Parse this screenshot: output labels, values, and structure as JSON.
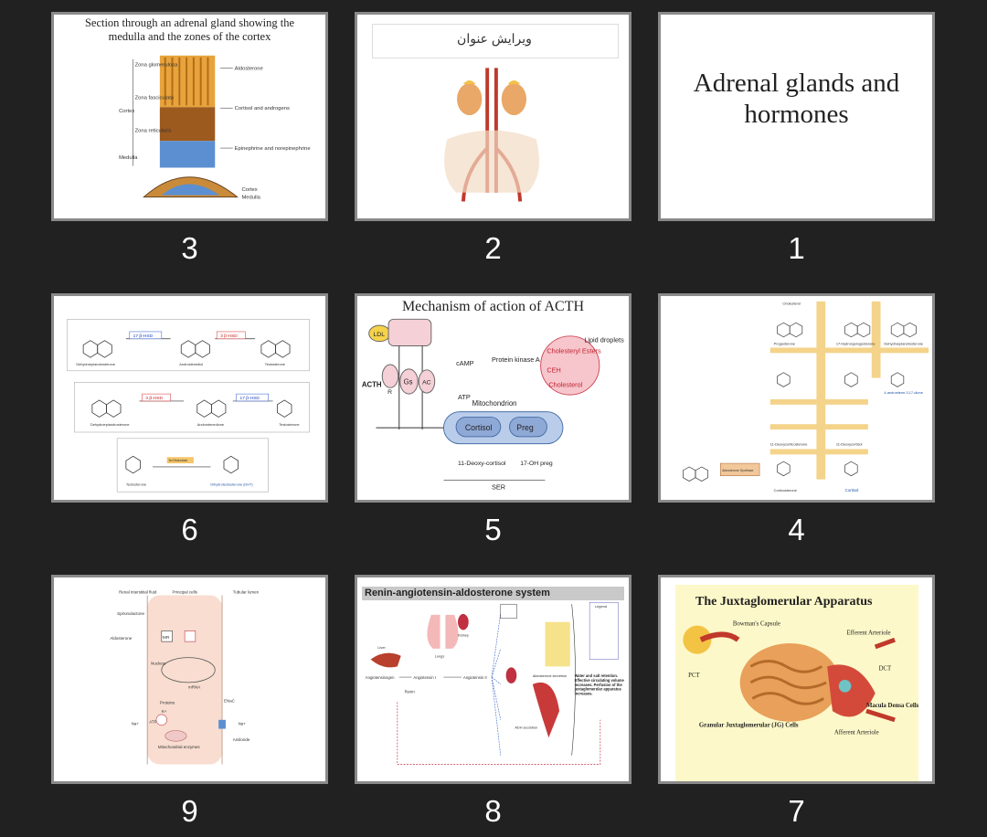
{
  "slides": [
    {
      "number": "3",
      "title": "Section through an adrenal gland showing the medulla and the zones of the cortex",
      "labels": {
        "zg": "Zona glomerulosa",
        "zf": "Zona fasciculata",
        "zr": "Zona reticularis",
        "cortex": "Cortex",
        "medulla": "Medulla",
        "ald": "Aldosterone",
        "cort": "Cortisol and androgens",
        "epi": "Epinephrine and norepinephrine",
        "cortex2": "Cortex",
        "medulla2": "Medulla"
      }
    },
    {
      "number": "2",
      "title": "ویرایش عنوان"
    },
    {
      "number": "1",
      "title": "Adrenal glands and hormones"
    },
    {
      "number": "6",
      "labels": {
        "hsd1": "17 β-HSD",
        "hsd2": "3 β-HSD",
        "dhea": "Dehydroepiandrosterone",
        "adiol": "Androstenediol",
        "testo": "Testosterone",
        "adione": "Androstenedione",
        "testo2": "Testosterone",
        "dht": "Dihydrotestosterone (DHT)",
        "red": "5α-Reductase"
      }
    },
    {
      "number": "5",
      "title": "Mechanism of action of ACTH",
      "labels": {
        "ldl": "LDL",
        "lipid": "Lipid droplets",
        "chol_est": "Cholesteryl Esters",
        "ceh": "CEH",
        "chol": "Cholesterol",
        "camp": "cAMP",
        "pka": "Protein kinase A",
        "acth": "ACTH",
        "gs": "Gs",
        "ac": "AC",
        "r": "R",
        "atp": "ATP",
        "mito": "Mitochondrion",
        "cortisol": "Cortisol",
        "preg": "Preg",
        "deoxy": "11-Deoxy-cortisol",
        "ohpreg": "17-OH preg",
        "ser": "SER"
      }
    },
    {
      "number": "4",
      "labels": {
        "chol": "Cholesterol",
        "prog": "Progesterone",
        "ohprog": "17-Hydroxyprogesterone",
        "dhea": "Dehydroepiandrosterone",
        "deoxycort": "11-Deoxycorticosterone",
        "deoxycortisol": "11-Deoxycortisol",
        "cortico": "Corticosterone",
        "cortisol": "Cortisol",
        "aldo": "Aldosterone Synthase",
        "andro": "4-androstene-3,17-dione"
      }
    },
    {
      "number": "9",
      "labels": {
        "renal": "Renal interstitial fluid",
        "principal": "Principal cells",
        "tubular": "Tubular lumen",
        "spiro": "Spironolactone",
        "aldo": "Aldosterone",
        "mr": "MR",
        "nucleus": "Nucleus",
        "mrna": "mRNA",
        "proteins": "Proteins",
        "enac": "ENaC",
        "k": "K+",
        "na": "Na+",
        "atp": "ATP",
        "mito": "Mitochondrial enzymes",
        "amiloride": "Amiloride"
      }
    },
    {
      "number": "8",
      "title": "Renin-angiotensin-aldosterone system",
      "labels": {
        "liver": "Liver",
        "lungs": "Lungs",
        "kidney": "Kidney",
        "angiotensinogen": "Angiotensinogen",
        "ang1": "Angiotensin I",
        "ang2": "Angiotensin II",
        "renin": "Renin",
        "adh": "ADH secretion",
        "aldo": "Aldosterone secretion",
        "summary": "Water and salt retention. Effective circulating volume increases. Perfusion of the juxtaglomerular apparatus increases.",
        "legend": "Legend"
      }
    },
    {
      "number": "7",
      "title": "The Juxtaglomerular Apparatus",
      "labels": {
        "bowman": "Bowman's Capsule",
        "efferent": "Efferent Arteriole",
        "pct": "PCT",
        "dct": "DCT",
        "macula": "Macula Densa Cells",
        "granular": "Granular Juxtaglomerular (JG) Cells",
        "afferent": "Afferent Arteriole"
      }
    }
  ],
  "colors": {
    "background": "#212121",
    "border": "#8a8a8a",
    "accent_red": "#c0392b",
    "cortex_orange": "#e8a33c",
    "medulla_blue": "#5b8fd1"
  }
}
